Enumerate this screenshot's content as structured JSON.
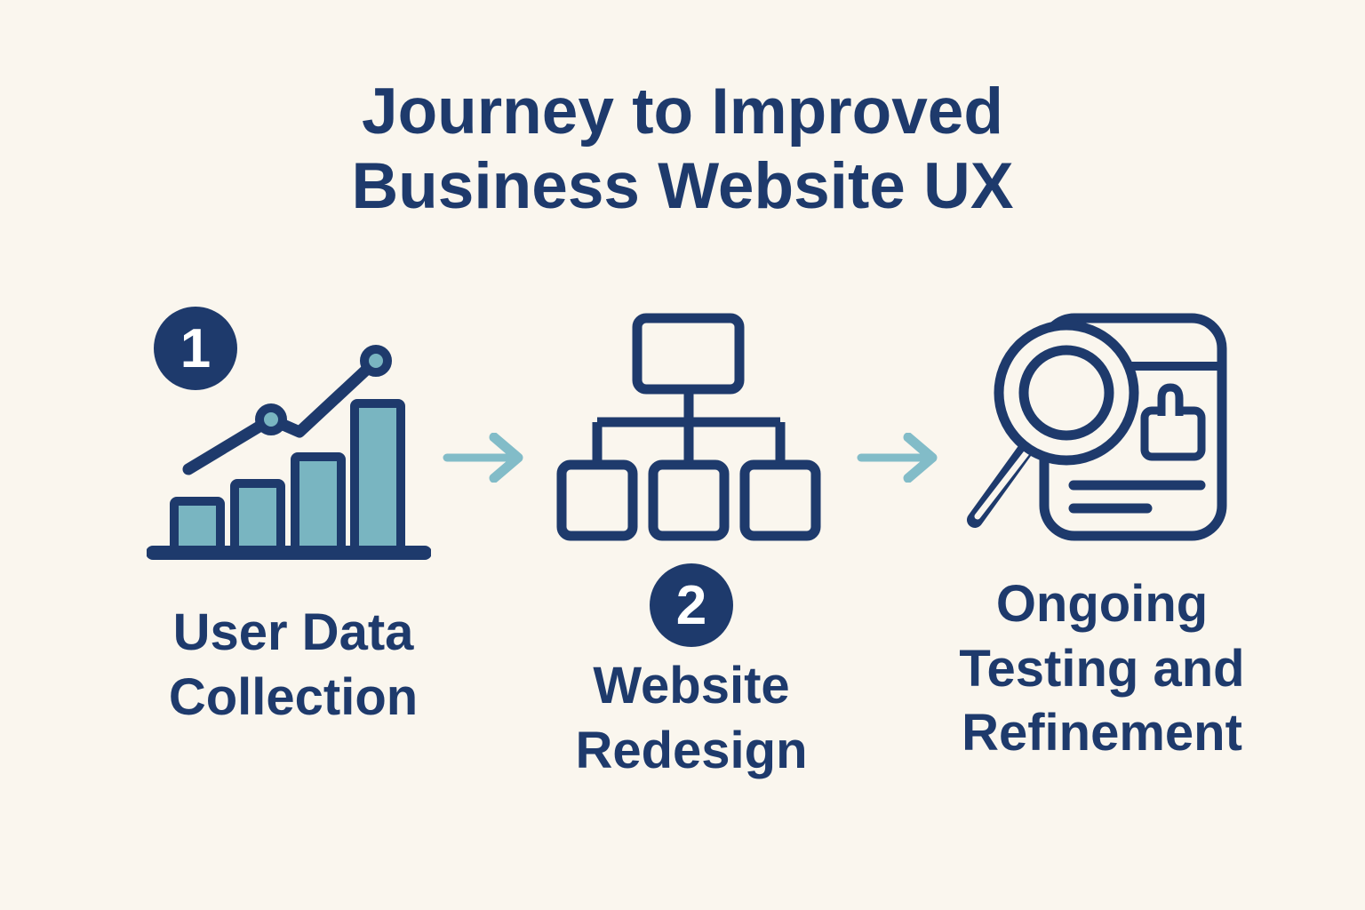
{
  "colors": {
    "navy": "#1e3a6c",
    "teal": "#79b5c1",
    "arrow-teal": "#82bcc8",
    "background": "#faf6ee",
    "badge-number": "#ffffff"
  },
  "title": {
    "line1": "Journey to Improved",
    "line2": "Business Website UX"
  },
  "steps": [
    {
      "number": "1",
      "icon": "bar-chart-growth-icon",
      "label_lines": [
        "User Data",
        "Collection"
      ]
    },
    {
      "number": "2",
      "icon": "sitemap-icon",
      "label_lines": [
        "Website",
        "Redesign"
      ]
    },
    {
      "icon": "magnifier-review-icon",
      "label_lines": [
        "Ongoing",
        "Testing and",
        "Refinement"
      ]
    }
  ],
  "arrows": [
    {
      "icon": "arrow-right-icon"
    },
    {
      "icon": "arrow-right-icon"
    }
  ]
}
